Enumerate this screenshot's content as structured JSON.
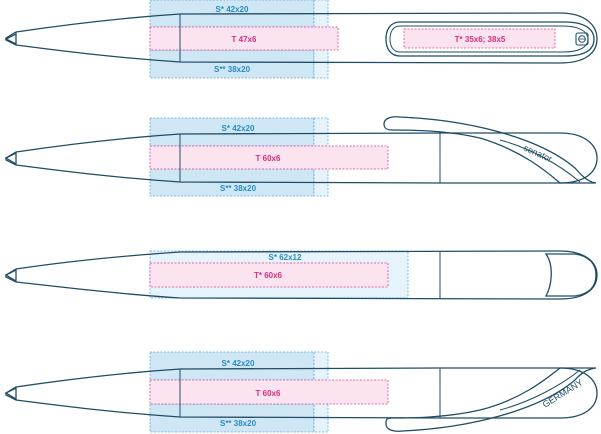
{
  "pens": [
    {
      "id": "pen-1",
      "labels": {
        "top": "S* 42x20",
        "middle": "T 47x6",
        "bottom": "S** 38x20",
        "clip": "T* 35x6; 38x5"
      }
    },
    {
      "id": "pen-2",
      "labels": {
        "top": "S* 42x20",
        "middle": "T 60x6",
        "bottom": "S** 38x20",
        "brand": "senator"
      }
    },
    {
      "id": "pen-3",
      "labels": {
        "top": "S* 62x12",
        "middle": "T* 60x6"
      }
    },
    {
      "id": "pen-4",
      "labels": {
        "top": "S* 42x20",
        "middle": "T 60x6",
        "bottom": "S** 38x20",
        "brand": "GERMANY"
      }
    }
  ],
  "colors": {
    "outline": "#1f4d66",
    "print_area_blue": "#cfe6f5",
    "print_area_pink": "#fbe3ef",
    "label_blue": "#2a8cc7",
    "label_pink": "#d6307f"
  }
}
